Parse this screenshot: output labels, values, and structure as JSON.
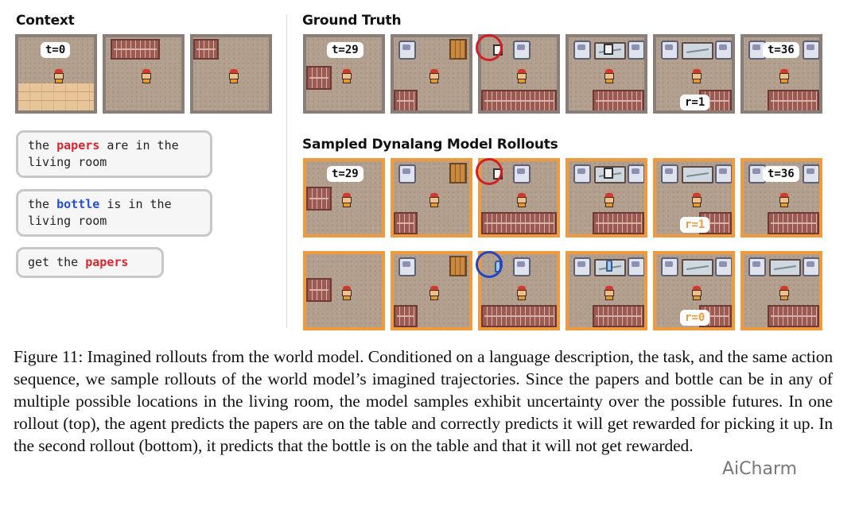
{
  "headings": {
    "context": "Context",
    "ground_truth": "Ground Truth",
    "rollouts": "Sampled Dynalang Model Rollouts"
  },
  "labels": {
    "t0": "t=0",
    "t29": "t=29",
    "t36": "t=36",
    "r1": "r=1",
    "r0": "r=0"
  },
  "bubbles": [
    {
      "pre": "the ",
      "highlight": "papers",
      "post": " are in the living room"
    },
    {
      "pre": "the ",
      "highlight": "bottle",
      "post": " is in the living room"
    },
    {
      "pre": "get the ",
      "highlight": "papers",
      "post": ""
    }
  ],
  "colors": {
    "ground_truth_border": "#8a7f78",
    "rollout_border": "#ef9a3c",
    "papers_highlight": "#d8262e",
    "bottle_highlight": "#2550d6",
    "reward_text": "#ef9a3c"
  },
  "caption": "Figure 11: Imagined rollouts from the world model. Conditioned on a language description, the task, and the same action sequence, we sample rollouts of the world model’s imagined trajectories. Since the papers and bottle can be in any of multiple possible locations in the living room, the model samples exhibit uncertainty over the possible futures. In one rollout (top), the agent predicts the papers are on the table and correctly predicts it will get rewarded for picking it up. In the second rollout (bottom), it predicts that the bottle is on the table and that it will not get rewarded.",
  "watermark": "AiCharm"
}
